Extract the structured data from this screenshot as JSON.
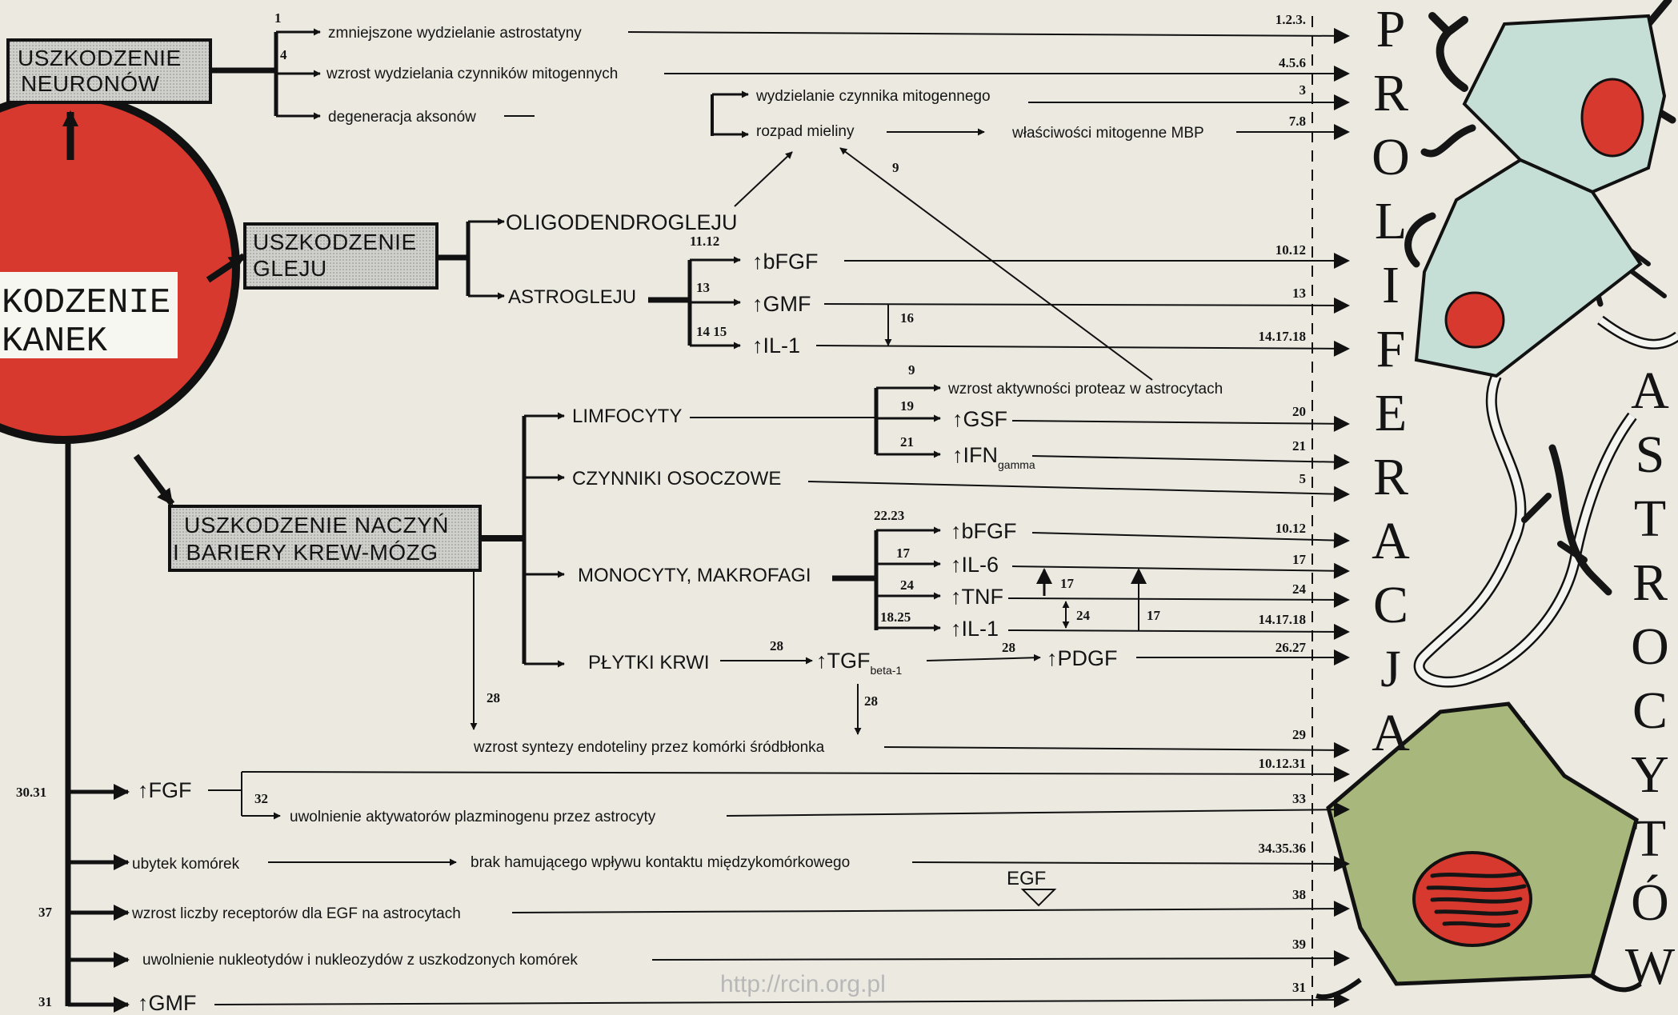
{
  "center_label": [
    "KODZENIE",
    "KANEK"
  ],
  "boxes": {
    "neurony": [
      "USZKODZENIE",
      "NEURONÓW"
    ],
    "glej": [
      "USZKODZENIE",
      "GLEJU"
    ],
    "naczynia": [
      "USZKODZENIE NACZYŃ",
      "I BARIERY KREW-MÓZG"
    ]
  },
  "vertical_titles": {
    "proliferacja": [
      "P",
      "R",
      "O",
      "L",
      "I",
      "F",
      "E",
      "R",
      "A",
      "C",
      "J",
      "A"
    ],
    "astrocytow": [
      "A",
      "S",
      "T",
      "R",
      "O",
      "C",
      "Y",
      "T",
      "Ó",
      "W"
    ]
  },
  "texts": {
    "n1": "zmniejszone wydzielanie astrostatyny",
    "n2": "wzrost wydzielania czynników mitogennych",
    "n3": "degeneracja aksonów",
    "n4": "wydzielanie czynnika mitogennego",
    "n5": "rozpad mieliny",
    "n6": "właściwości mitogenne MBP",
    "oligo": "OLIGODENDROGLEJU",
    "astro": "ASTROGLEJU",
    "bfgf1": "bFGF",
    "gmf1": "GMF",
    "il1a": "IL-1",
    "proteazy": "wzrost aktywności proteaz w astrocytach",
    "limfocyty": "LIMFOCYTY",
    "gsf": "GSF",
    "ifn": "IFN",
    "ifn_sub": "gamma",
    "osoczowe": "CZYNNIKI OSOCZOWE",
    "monocyty": "MONOCYTY, MAKROFAGI",
    "bfgf2": "bFGF",
    "il6": "IL-6",
    "tnf": "TNF",
    "il1b": "IL-1",
    "plytki": "PŁYTKI KRWI",
    "tgf": "TGF",
    "tgf_sub": "beta-1",
    "pdgf": "PDGF",
    "endotelina": "wzrost syntezy endoteliny przez komórki śródbłonka",
    "fgf": "FGF",
    "plazminogen": "uwolnienie aktywatorów plazminogenu przez astrocyty",
    "ubytek": "ubytek komórek",
    "kontakt": "brak hamującego wpływu kontaktu międzykomórkowego",
    "egf": "EGF",
    "receptory": "wzrost liczby receptorów dla EGF na astrocytach",
    "nukleotydy": "uwolnienie nukleotydów i nukleozydów z uszkodzonych komórek",
    "gmf2": "GMF",
    "url": "http://rcin.org.pl"
  },
  "refs": {
    "r1": "1",
    "r4": "4",
    "r9a": "9",
    "r9b": "9",
    "r1112": "11.12",
    "r13": "13",
    "r1415": "14 15",
    "r16": "16",
    "r19": "19",
    "r21": "21",
    "r2223": "22.23",
    "r17a": "17",
    "r24a": "24",
    "r1825": "18.25",
    "r17b": "17",
    "r24b": "24",
    "r17c": "17",
    "r28a": "28",
    "r28b": "28",
    "r28c": "28",
    "r28d": "28",
    "r3031": "30.31",
    "r32": "32",
    "r37": "37",
    "r31": "31",
    "e123": "1.2.3.",
    "e456": "4.5.6",
    "e3": "3",
    "e78": "7.8",
    "e1012a": "10.12",
    "e13": "13",
    "e141718a": "14.17.18",
    "e20": "20",
    "e21": "21",
    "e5": "5",
    "e1012b": "10.12",
    "e17": "17",
    "e24": "24",
    "e141718b": "14.17.18",
    "e2627": "26.27",
    "e29": "29",
    "e101231": "10.12.31",
    "e33": "33",
    "e343536": "34.35.36",
    "e38": "38",
    "e39": "39",
    "e31": "31"
  },
  "colors": {
    "red": "#d8392e",
    "box_fill": "#c9c9c6",
    "cell_blue": "#c6dfd6",
    "cell_green": "#a8b77c"
  }
}
